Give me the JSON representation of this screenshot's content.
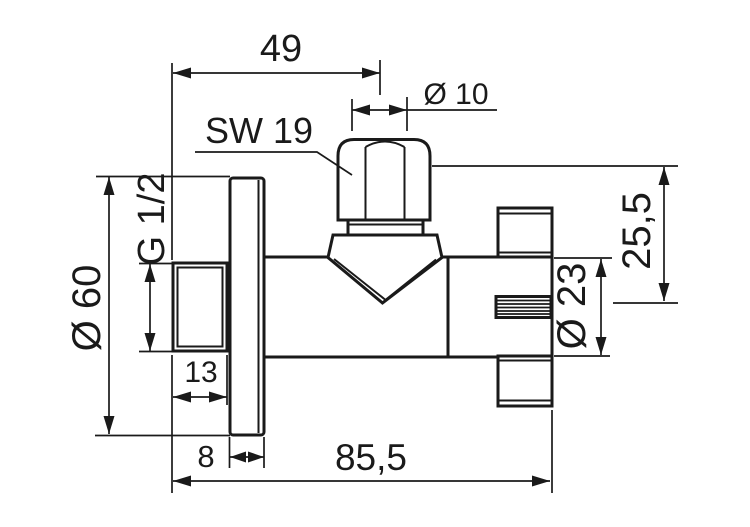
{
  "drawing": {
    "type": "technical-dimension-drawing",
    "subject": "angle-valve-side-view",
    "background_color": "#ffffff",
    "line_color": "#1a1a1a",
    "labels": {
      "width_top": "49",
      "outlet_diameter": "Ø 10",
      "wrench_size": "SW 19",
      "height_right": "25,5",
      "body_diameter": "Ø 23",
      "rosette_diameter": "Ø 60",
      "thread_size": "G 1/2",
      "thread_length": "13",
      "rosette_thickness": "8",
      "total_length": "85,5"
    }
  }
}
